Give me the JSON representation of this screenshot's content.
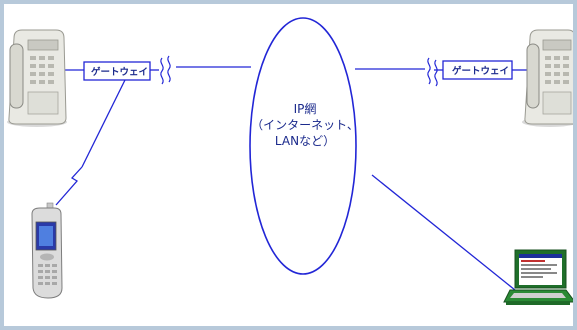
{
  "network": {
    "lines": [
      "IP網",
      "（インターネット、",
      "LANなど）"
    ]
  },
  "gateways": {
    "left": {
      "label": "ゲートウェイ"
    },
    "right": {
      "label": "ゲートウェイ"
    }
  },
  "icons": {
    "phone_left": "desk-telephone",
    "phone_right": "desk-telephone",
    "mobile": "mobile-phone",
    "computer": "laptop-computer",
    "wireless": "lightning-zigzag",
    "breaks": "line-break-squiggle"
  },
  "colors": {
    "line": "#2226d6",
    "frame_border": "#b7c9da"
  }
}
